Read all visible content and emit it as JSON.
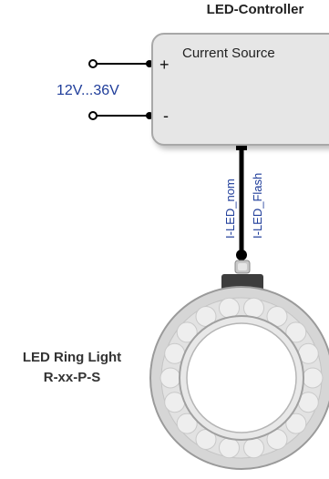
{
  "controller": {
    "title": "LED-Controller",
    "current_source_label": "Current Source"
  },
  "supply": {
    "voltage_label": "12V...36V",
    "plus_label": "+",
    "minus_label": "-"
  },
  "cable": {
    "label_nominal": "I-LED_nom",
    "label_flash": "I-LED_Flash"
  },
  "ring_light": {
    "name_line1": "LED Ring Light",
    "name_line2": "R-xx-P-S"
  },
  "colors": {
    "label_blue": "#1f3d9a",
    "box_fill": "#e6e6e6",
    "wire": "#000000"
  }
}
